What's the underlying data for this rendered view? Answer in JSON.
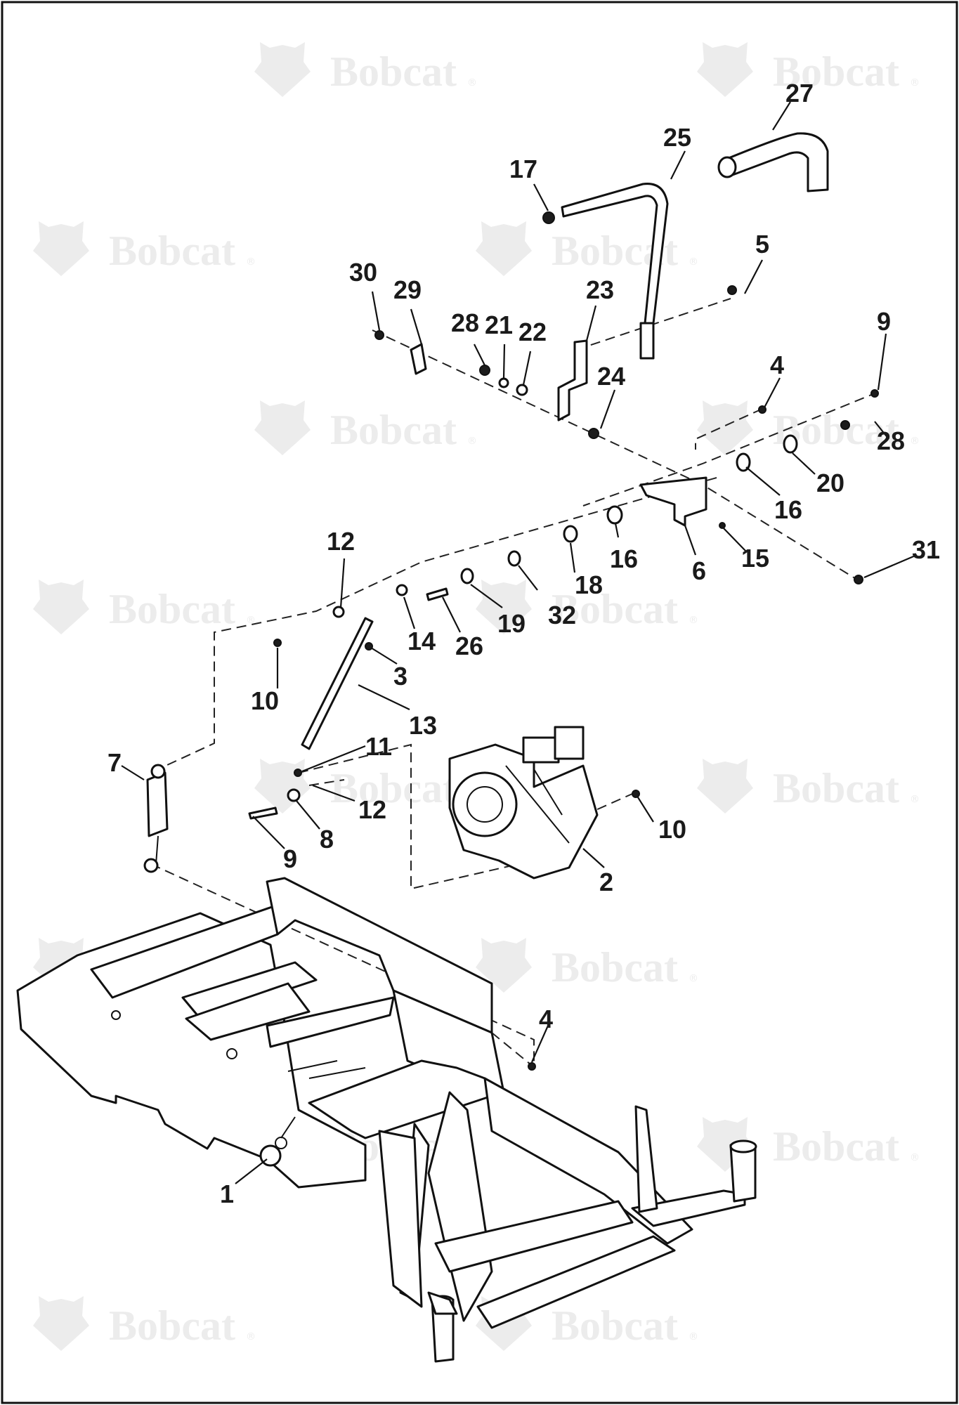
{
  "watermark": {
    "brand": "Bobcat",
    "mark": "®",
    "logo_icon": "bobcat-head-icon"
  },
  "callouts": [
    "1",
    "2",
    "3",
    "4",
    "4",
    "5",
    "6",
    "7",
    "8",
    "9",
    "9",
    "10",
    "10",
    "11",
    "12",
    "12",
    "13",
    "14",
    "15",
    "16",
    "16",
    "17",
    "18",
    "19",
    "20",
    "21",
    "22",
    "23",
    "24",
    "25",
    "26",
    "27",
    "28",
    "28",
    "29",
    "30",
    "31",
    "32"
  ]
}
